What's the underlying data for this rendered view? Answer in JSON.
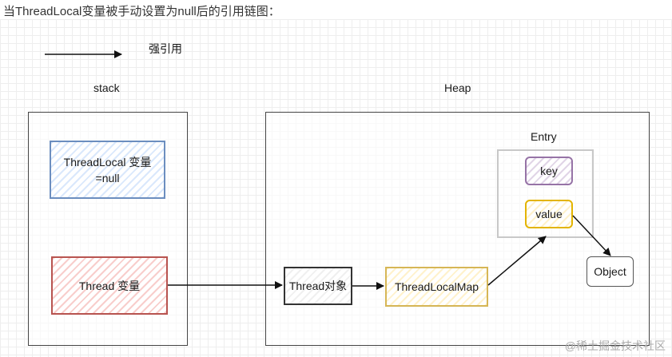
{
  "caption": "当ThreadLocal变量被手动设置为null后的引用链图：",
  "legend": {
    "label": "强引用"
  },
  "labels": {
    "stack": "stack",
    "heap": "Heap",
    "entry": "Entry"
  },
  "nodes": {
    "threadlocal_var_line1": "ThreadLocal 变量",
    "threadlocal_var_line2": "=null",
    "thread_var": "Thread 变量",
    "thread_obj": "Thread对象",
    "threadlocalmap": "ThreadLocalMap",
    "key": "key",
    "value": "value",
    "object": "Object"
  },
  "watermark": "@稀土掘金技术社区"
}
